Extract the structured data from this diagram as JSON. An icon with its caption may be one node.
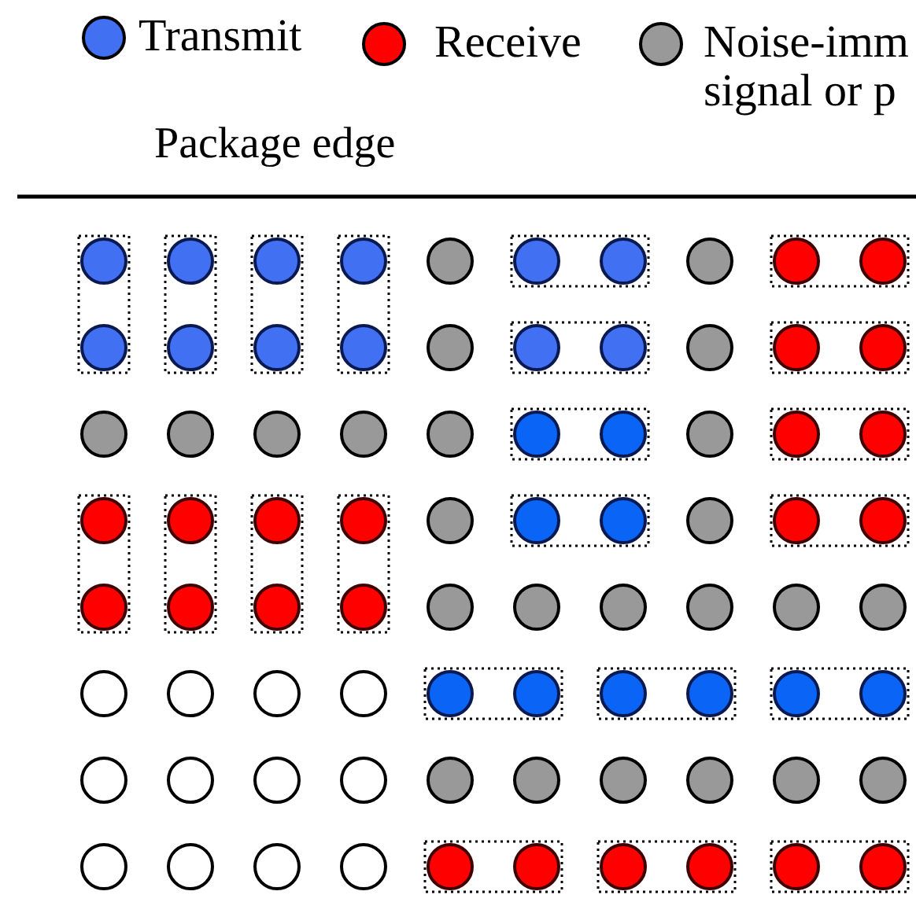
{
  "diagram": {
    "labels": [
      "Package edge"
    ],
    "legend": [
      {
        "text": "Transmit",
        "color": "#4170f2"
      },
      {
        "text": "Receive",
        "color": "#ff0000"
      },
      {
        "text": "Noise-imm signal or p",
        "color": "#999999"
      }
    ]
  }
}
